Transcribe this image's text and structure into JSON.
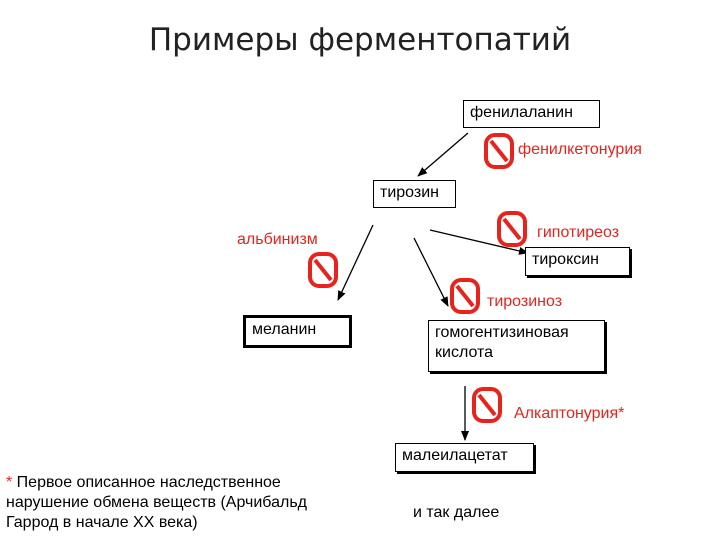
{
  "title": "Примеры ферментопатий",
  "nodes": {
    "phenylalanine": "фенилаланин",
    "tyrosine": "тирозин",
    "thyroxine": "тироксин",
    "melanin": "меланин",
    "homogentisic": "гомогентизиновая кислота",
    "maleylacetate": "малеилацетат"
  },
  "disorders": {
    "phenylketonuria": "фенилкетонурия",
    "hypothyroidism": "гипотиреоз",
    "albinism": "альбинизм",
    "tyrosinosis": "тирозиноз",
    "alkaptonuria": "Алкаптонурия*"
  },
  "footnote": {
    "star": "*",
    "text": " Первое описанное наследственное нарушение обмена веществ (Арчибальд Гаррод в начале XX века)"
  },
  "etc": "и так далее",
  "colors": {
    "block_symbol": "#e8231c",
    "text": "#000000"
  },
  "icons": [
    "block-icon"
  ]
}
